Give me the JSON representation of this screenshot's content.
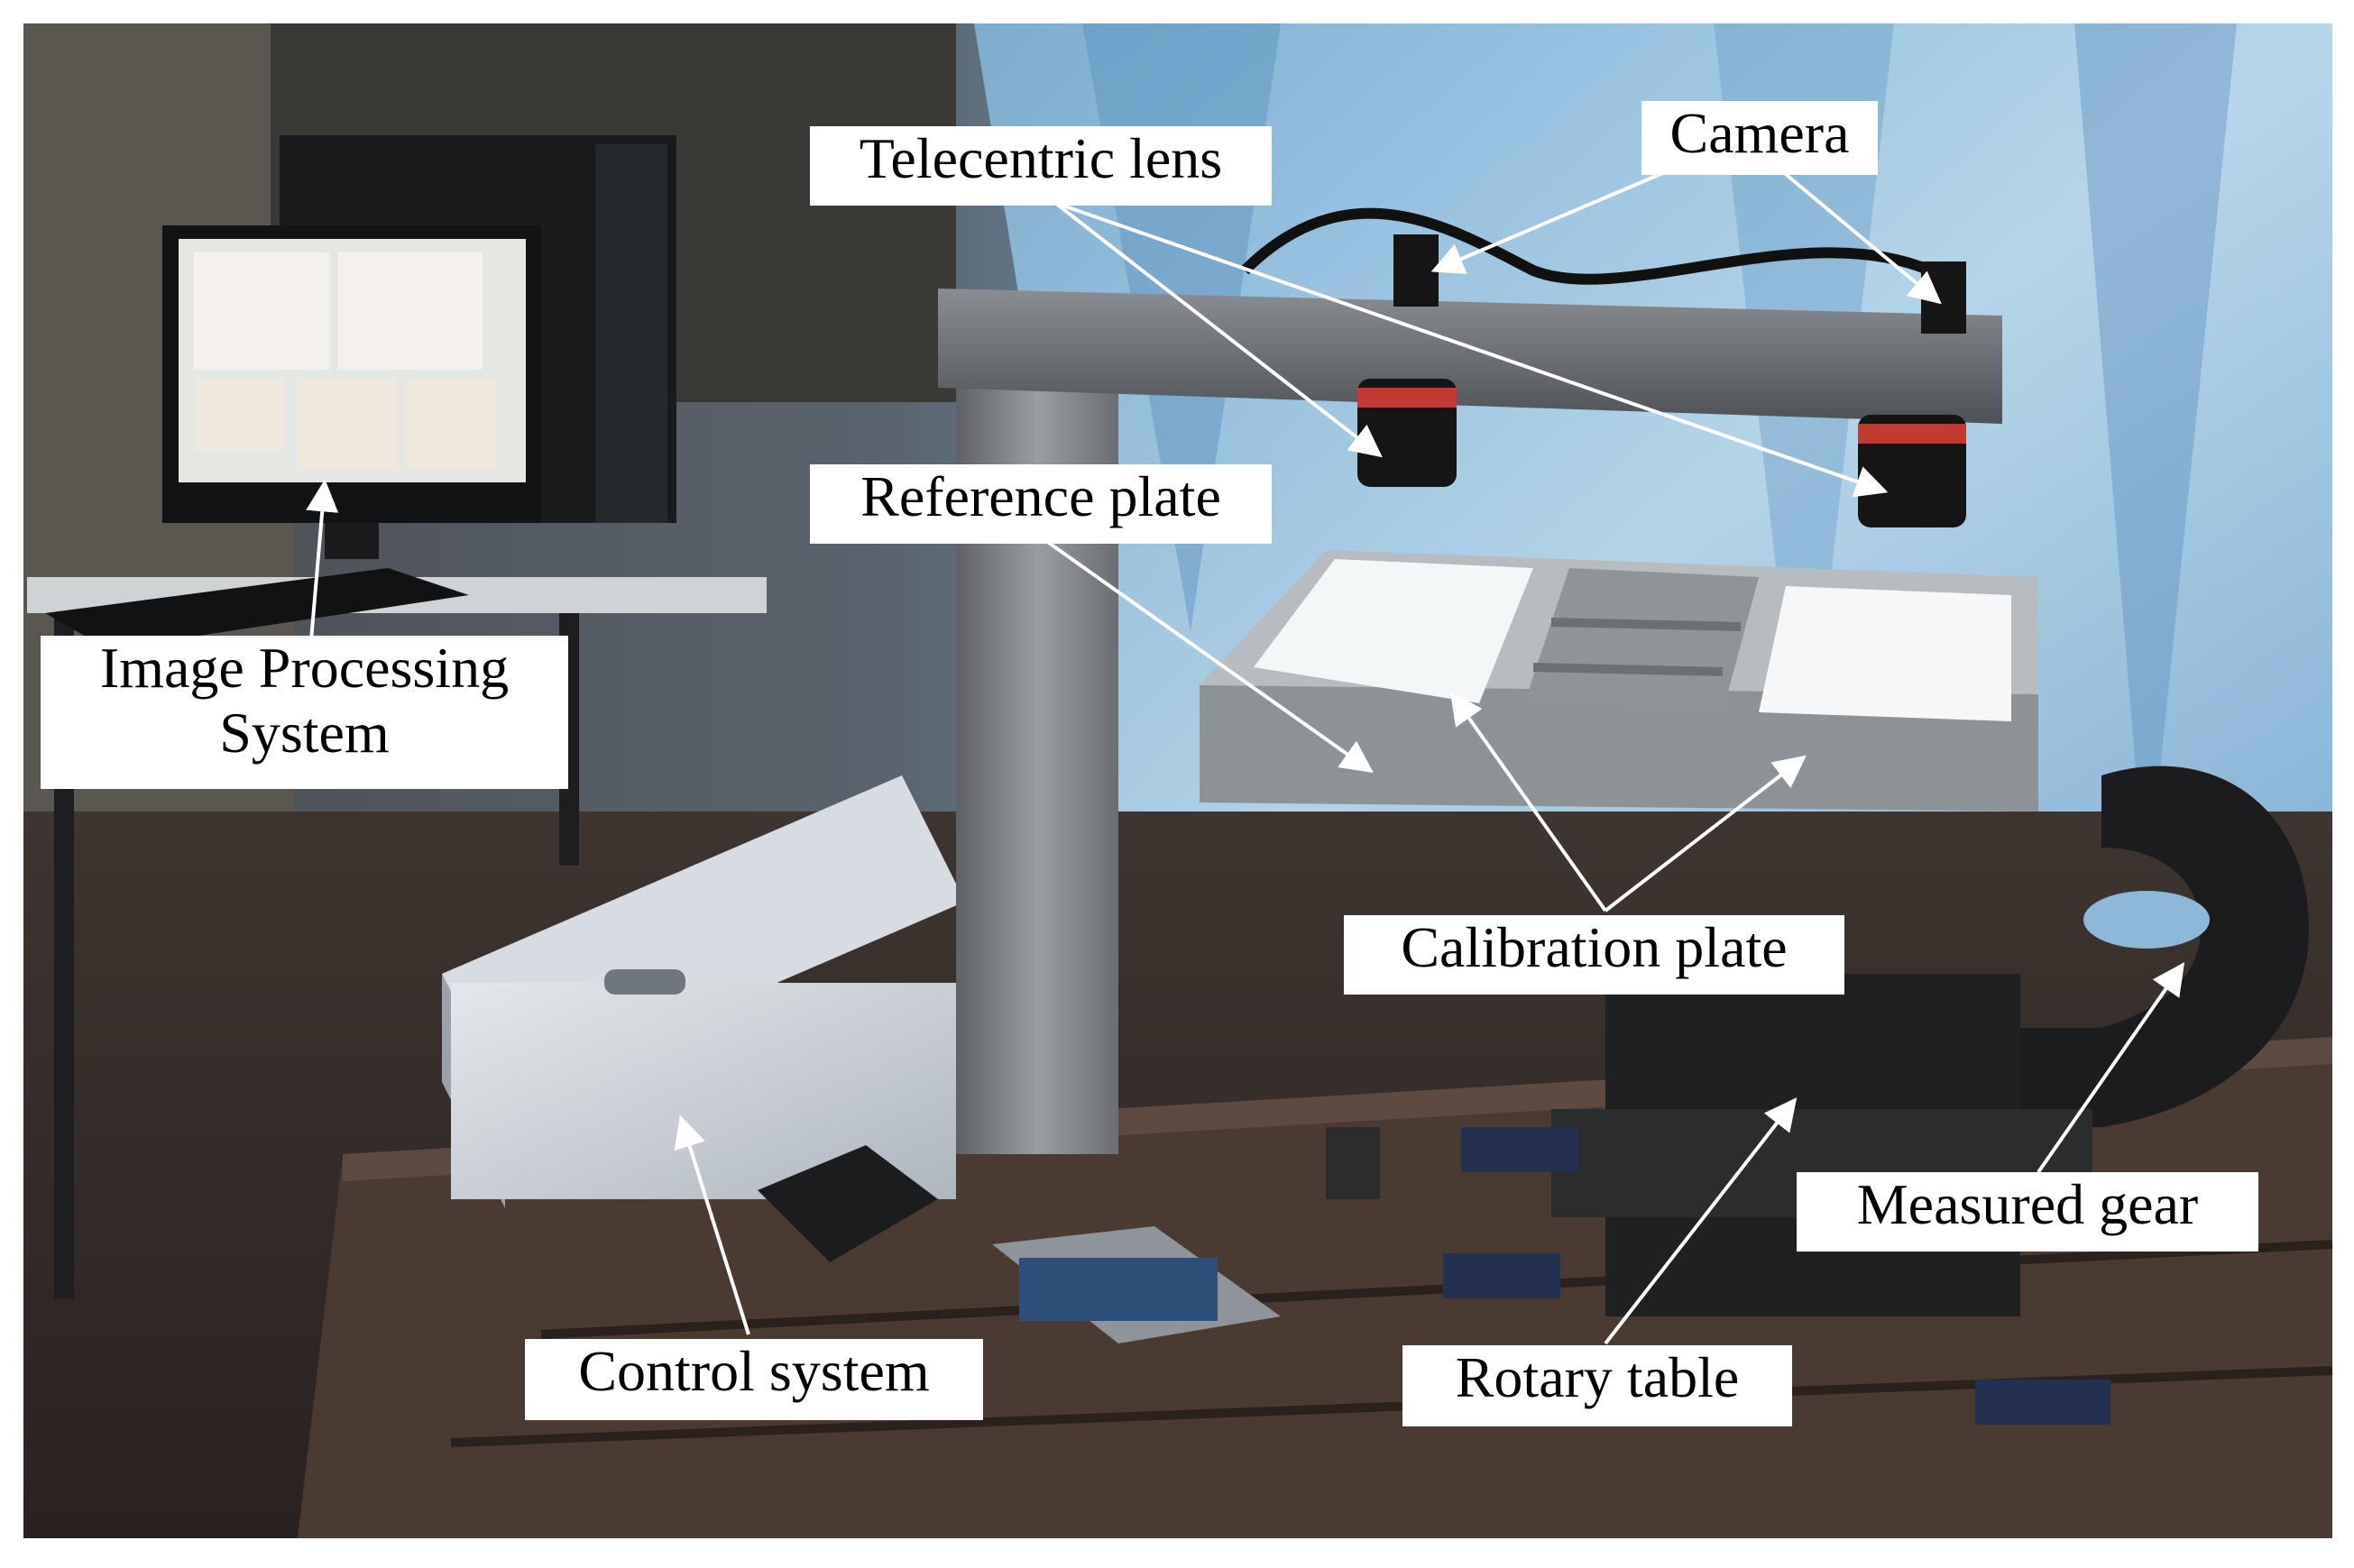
{
  "labels": {
    "telecentric_lens": "Telecentric lens",
    "camera": "Camera",
    "reference_plate": "Reference plate",
    "image_processing_line1": "Image Processing",
    "image_processing_line2": "System",
    "calibration_plate": "Calibration plate",
    "measured_gear": "Measured gear",
    "control_system": "Control system",
    "rotary_table": "Rotary table"
  },
  "colors": {
    "frame": "#ffffff",
    "label_bg": "#ffffff",
    "label_text": "#000000",
    "arrow": "#ffffff"
  }
}
